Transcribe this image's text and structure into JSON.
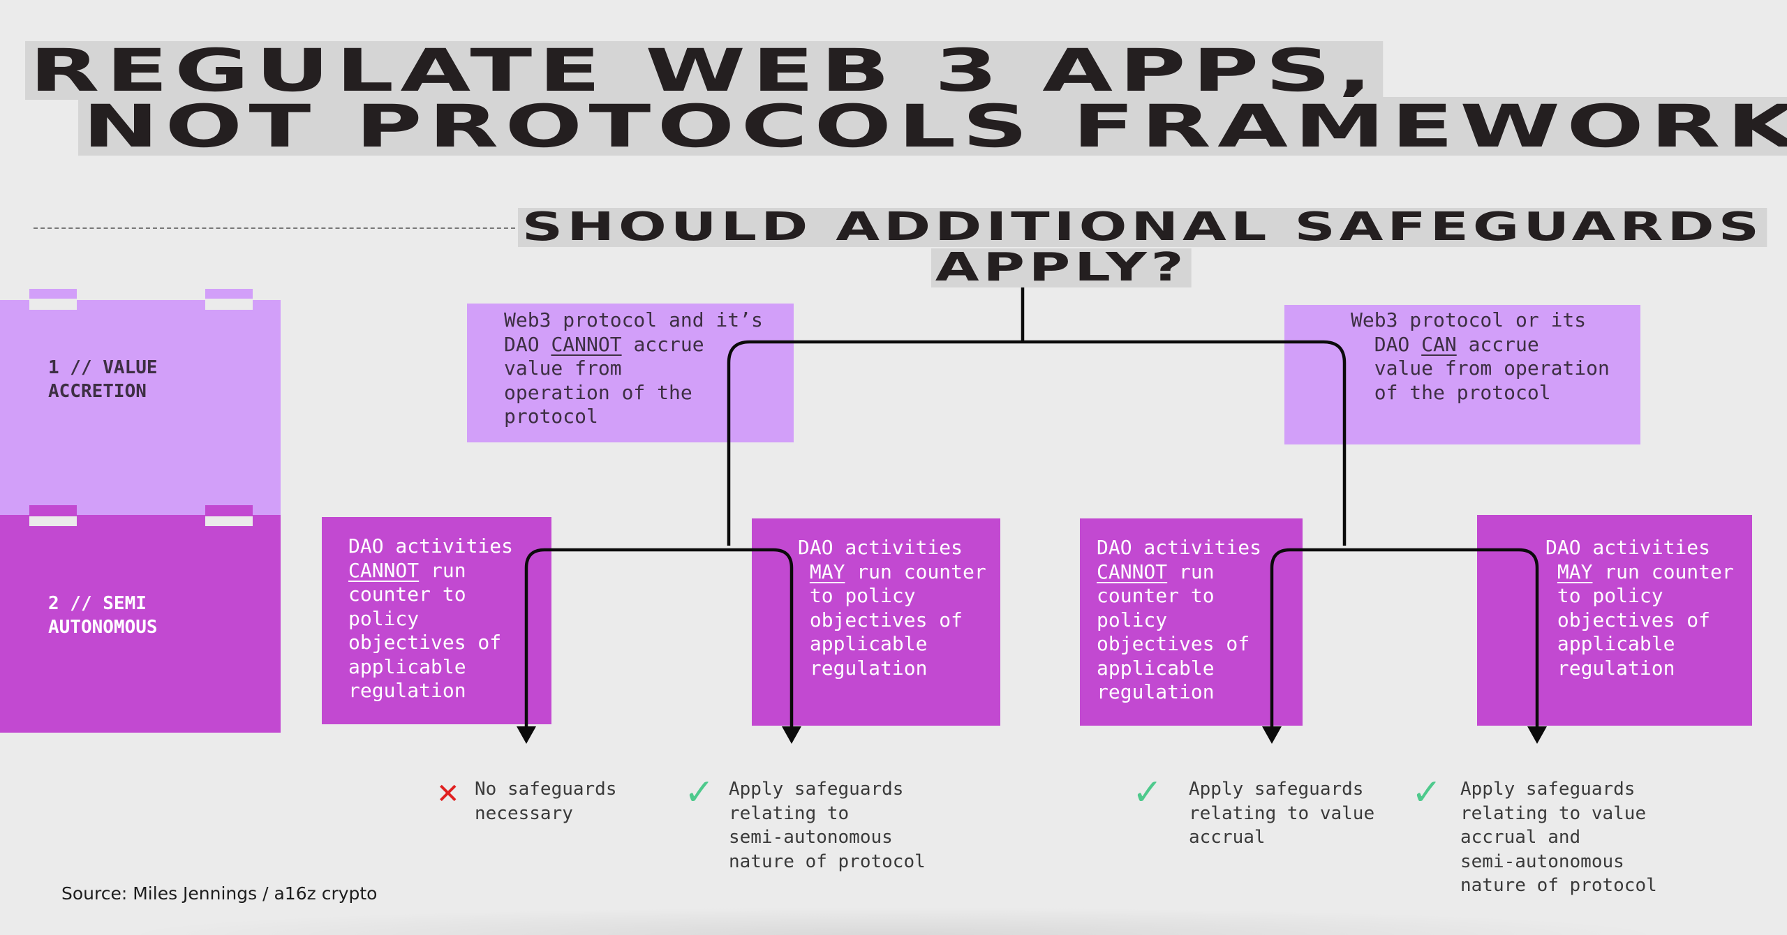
{
  "title": {
    "line1": "REGULATE WEB 3 APPS,",
    "line2": "NOT PROTOCOLS FRAMEWORK"
  },
  "question": {
    "line1": "SHOULD ADDITIONAL SAFEGUARDS",
    "line2": "APPLY?"
  },
  "legend": [
    {
      "label": "1 // VALUE\nACCRETION"
    },
    {
      "label": "2 // SEMI\nAUTONOMOUS"
    }
  ],
  "value_accretion": {
    "cannot": {
      "text_before": "Web3 protocol and it’s\nDAO ",
      "emphasis": "CANNOT",
      "text_after": " accrue\nvalue from\noperation of the\nprotocol"
    },
    "can": {
      "text_before": "Web3 protocol or its\n  DAO ",
      "emphasis": "CAN",
      "text_after": " accrue\n  value from operation\n  of the protocol"
    }
  },
  "semi_autonomous": [
    {
      "text_before": "DAO activities\n",
      "emphasis": "CANNOT",
      "text_after": " run\ncounter to\npolicy\nobjectives of\napplicable\nregulation"
    },
    {
      "text_before": "DAO activities\n ",
      "emphasis": "MAY",
      "text_after": " run counter\n to policy\n objectives of\n applicable\n regulation"
    },
    {
      "text_before": "DAO activities\n",
      "emphasis": "CANNOT",
      "text_after": " run\ncounter to\npolicy\nobjectives of\napplicable\nregulation"
    },
    {
      "text_before": "DAO activities\n ",
      "emphasis": "MAY",
      "text_after": " run counter\n to policy\n objectives of\n applicable\n regulation"
    }
  ],
  "outcomes": [
    {
      "icon": "cross-icon",
      "color": "#e02020",
      "symbol": "✕",
      "text": "No safeguards\nnecessary"
    },
    {
      "icon": "check-icon",
      "color": "#4ec98c",
      "symbol": "✓",
      "text": "Apply safeguards\nrelating to\nsemi-autonomous\nnature of protocol"
    },
    {
      "icon": "check-icon",
      "color": "#4ec98c",
      "symbol": "✓",
      "text": "Apply safeguards\nrelating to value\naccrual"
    },
    {
      "icon": "check-icon",
      "color": "#4ec98c",
      "symbol": "✓",
      "text": "Apply safeguards\nrelating to value\naccrual and\nsemi-autonomous\nnature of protocol"
    }
  ],
  "source": "Source: Miles Jennings / a16z crypto",
  "colors": {
    "light_purple": "#d29ff9",
    "dark_purple": "#c249d1",
    "background": "#ebebeb"
  }
}
